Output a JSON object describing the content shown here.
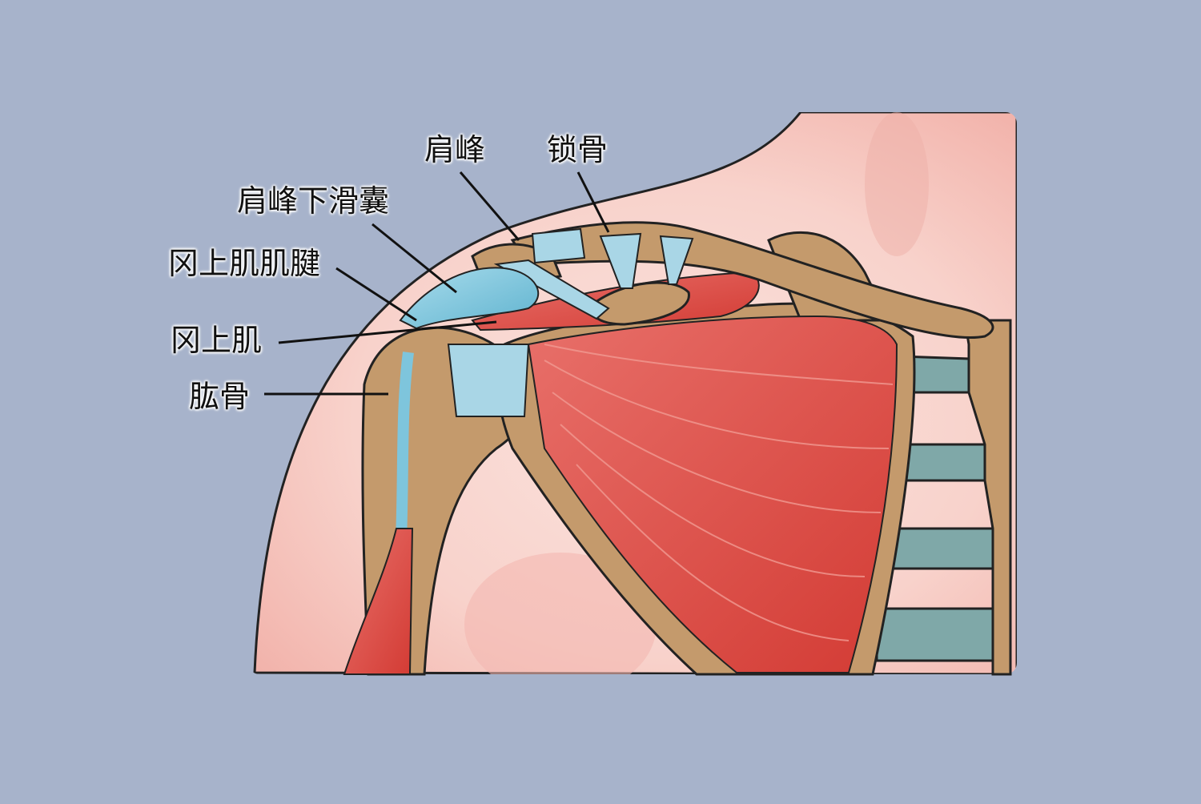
{
  "labels": {
    "acromion": "肩峰",
    "clavicle": "锁骨",
    "subacromial_bursa": "肩峰下滑囊",
    "supraspinatus_tendon": "冈上肌肌腱",
    "supraspinatus": "冈上肌",
    "humerus": "肱骨"
  },
  "colors": {
    "background": "#a7b3cb",
    "skin": "#f6c2bb",
    "bone": "#c49a6c",
    "muscle": "#dc4a42",
    "bursa": "#7ec5dc",
    "cartilage": "#7fa8a8"
  }
}
